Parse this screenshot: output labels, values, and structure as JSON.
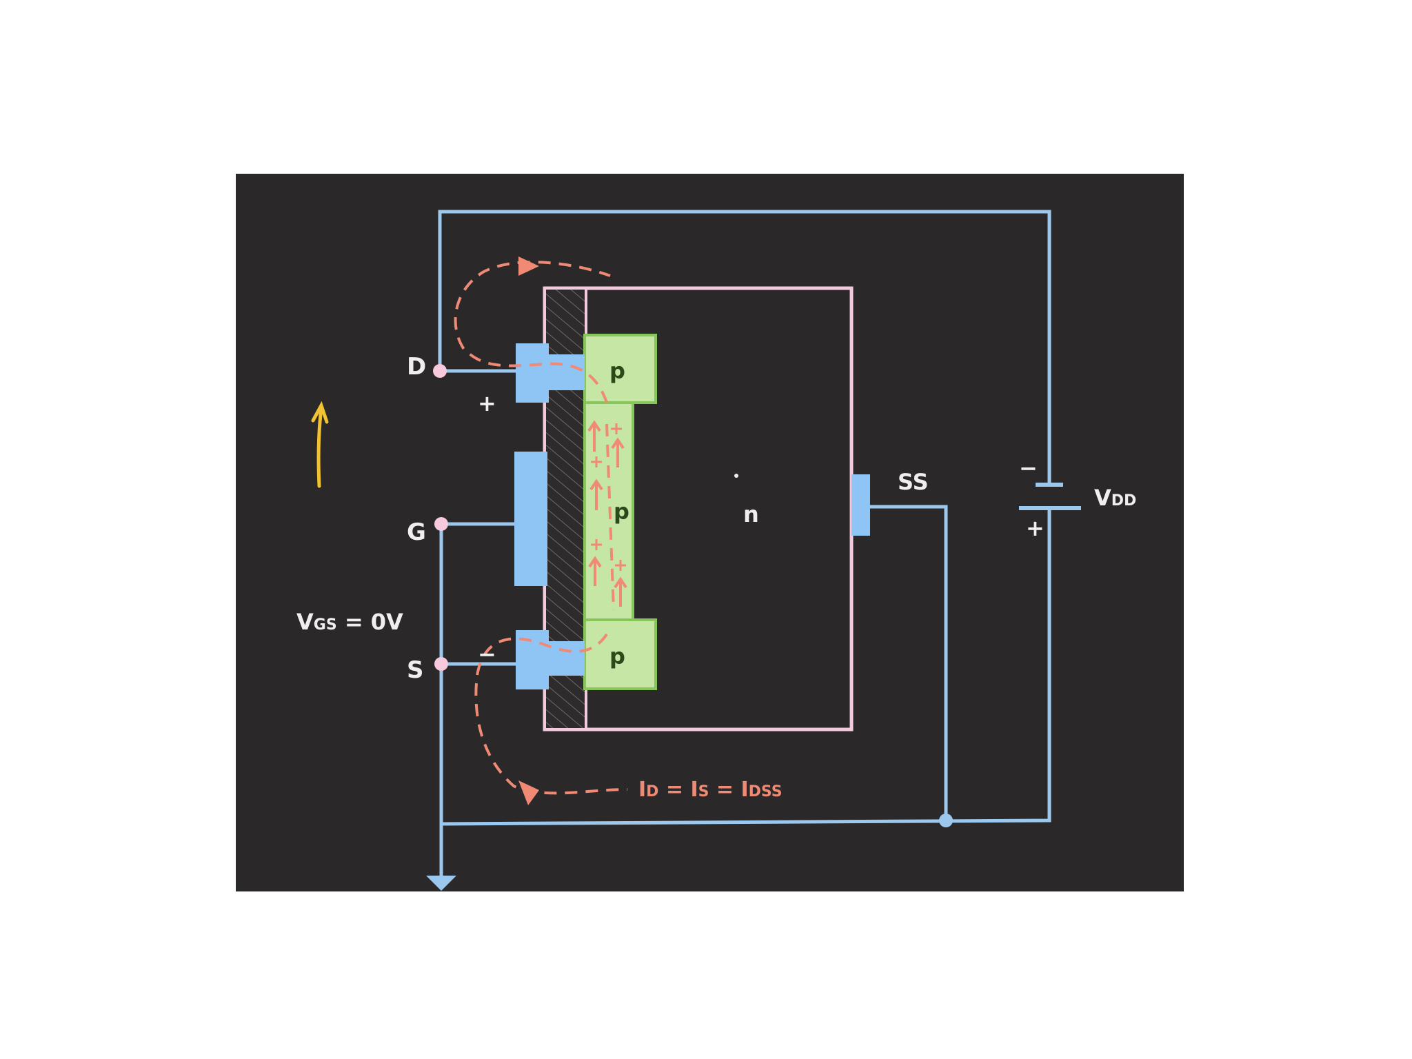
{
  "labels": {
    "drain": "D",
    "gate": "G",
    "source": "S",
    "substrate": "SS",
    "region_top": "p",
    "region_mid": "p",
    "region_bottom": "p",
    "region_n": "n",
    "vgs_main": "V",
    "vgs_sub": "GS",
    "vgs_value": " = 0V",
    "vdd_main": "V",
    "vdd_sub": "DD",
    "drain_polarity": "+",
    "source_polarity": "−",
    "battery_neg": "−",
    "battery_pos": "+",
    "current_i1": "I",
    "current_s1": "D",
    "current_eq1": " = I",
    "current_s2": "S",
    "current_eq2": " = I",
    "current_s3": "DSS"
  },
  "colors": {
    "frame_bg": "#2a2829",
    "wire": "#9dc8ee",
    "electrode": "#8ec5f5",
    "p_fill": "#c5e6a5",
    "p_stroke": "#86c65a",
    "n_outline": "#f3c9dd",
    "current": "#f08a75",
    "arrow_yellow": "#f2c230",
    "text_light": "#f1eef0",
    "node": "#f6c9dc"
  },
  "icons": {
    "ground": "ground-arrow-icon",
    "battery": "battery-icon",
    "up_arrow": "up-arrow-icon"
  }
}
